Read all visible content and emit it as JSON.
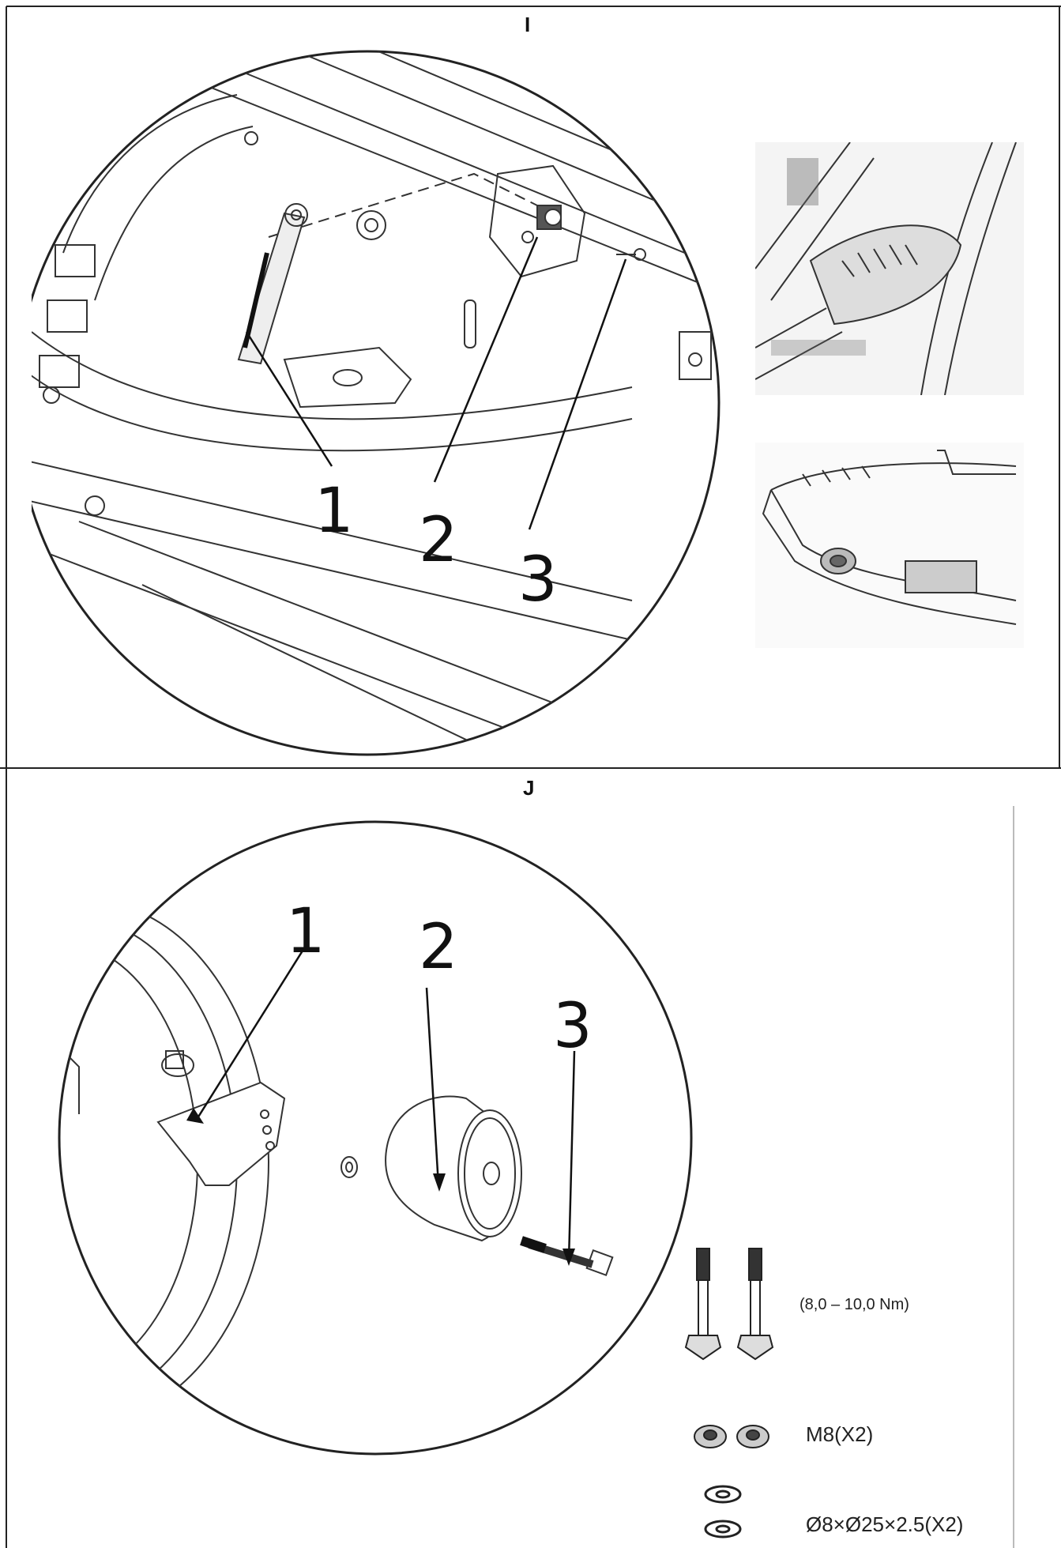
{
  "step_i": {
    "label": "I",
    "callouts": [
      "1",
      "2",
      "3"
    ]
  },
  "step_j": {
    "label": "J",
    "callouts": [
      "1",
      "2",
      "3"
    ],
    "specs": {
      "torque": "(8,0 – 10,0 Nm)",
      "nut": "M8(X2)",
      "washer": "Ø8×Ø25×2.5(X2)"
    }
  }
}
